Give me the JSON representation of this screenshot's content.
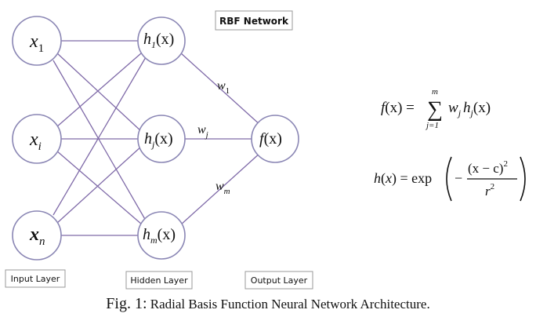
{
  "title_box": {
    "text": "RBF Network"
  },
  "layers": {
    "input": "Input Layer",
    "hidden": "Hidden Layer",
    "output": "Output Layer"
  },
  "nodes": {
    "input": [
      {
        "base": "x",
        "sub": "1"
      },
      {
        "base": "x",
        "sub": "i"
      },
      {
        "base": "x",
        "sub": "n"
      }
    ],
    "hidden": [
      {
        "base": "h",
        "sub": "1",
        "arg": "(x)"
      },
      {
        "base": "h",
        "sub": "j",
        "arg": "(x)"
      },
      {
        "base": "h",
        "sub": "m",
        "arg": "(x)"
      }
    ],
    "output": {
      "base": "f",
      "arg": "(x)"
    }
  },
  "weights": [
    {
      "base": "w",
      "sub": "1"
    },
    {
      "base": "w",
      "sub": "j"
    },
    {
      "base": "w",
      "sub": "m"
    }
  ],
  "formulas": {
    "f": {
      "lhs": "f(x) =",
      "sum_sign": "∑",
      "sum_upper": "m",
      "sum_lower": "j=1",
      "term": "w",
      "term_sub": "j",
      "func": "h",
      "func_sub": "j",
      "func_arg": "(x)"
    },
    "h": {
      "lhs": "h(x) = exp",
      "minus": "−",
      "numerator": "(x − c)",
      "numerator_exp": "2",
      "denominator": "r",
      "denominator_exp": "2"
    }
  },
  "caption": {
    "label": "Fig. 1:",
    "text": "Radial Basis Function Neural Network Architecture."
  }
}
